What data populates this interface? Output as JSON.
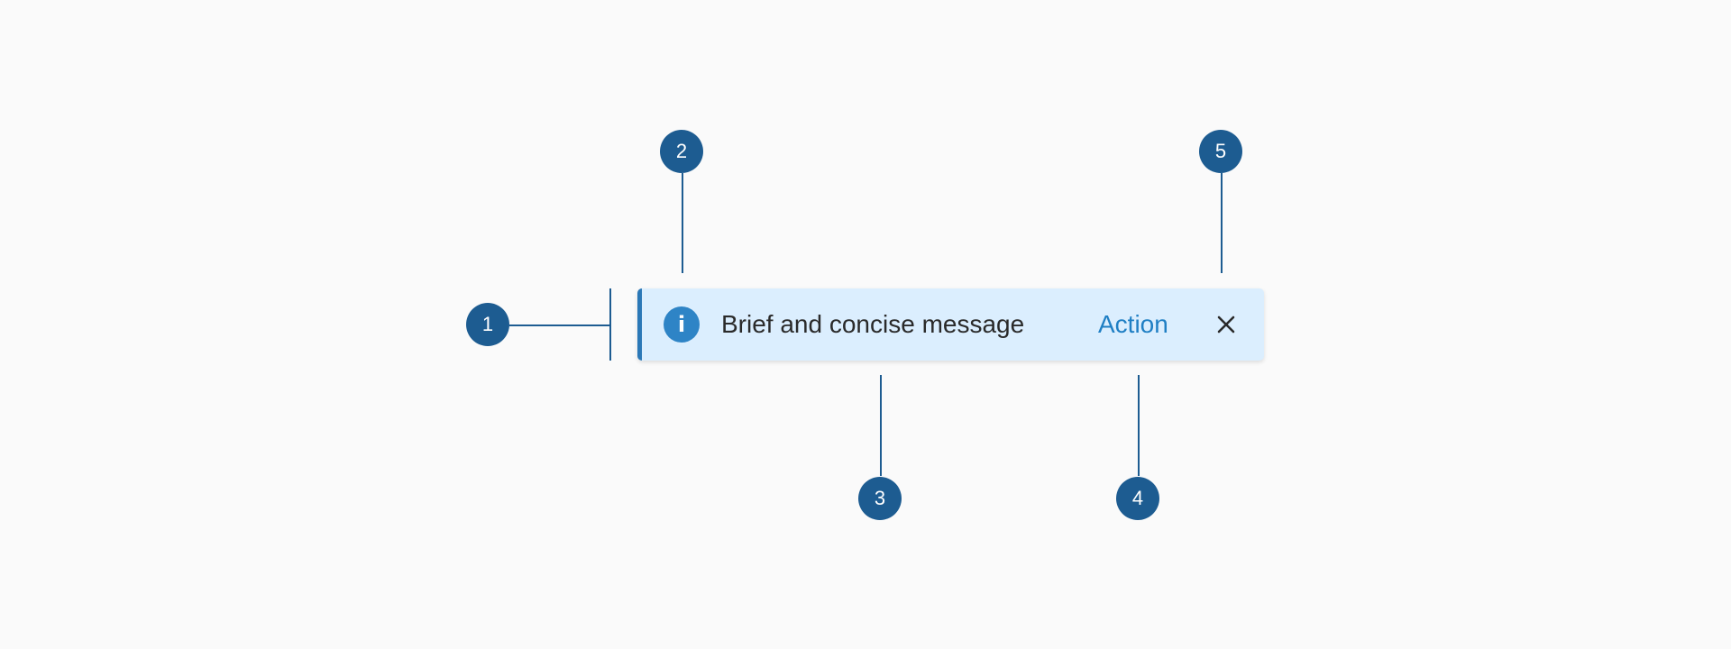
{
  "notification": {
    "message": "Brief and concise message",
    "action_label": "Action",
    "close_icon": "close-icon",
    "status_icon": "info-icon",
    "info_glyph": "i",
    "accent_color": "#2b78b7",
    "background_color": "#dbeefe"
  },
  "callouts": [
    {
      "number": "1"
    },
    {
      "number": "2"
    },
    {
      "number": "3"
    },
    {
      "number": "4"
    },
    {
      "number": "5"
    }
  ],
  "colors": {
    "callout": "#1d5c91",
    "page_background": "#fafafa",
    "action_text": "#1f7fc4"
  }
}
